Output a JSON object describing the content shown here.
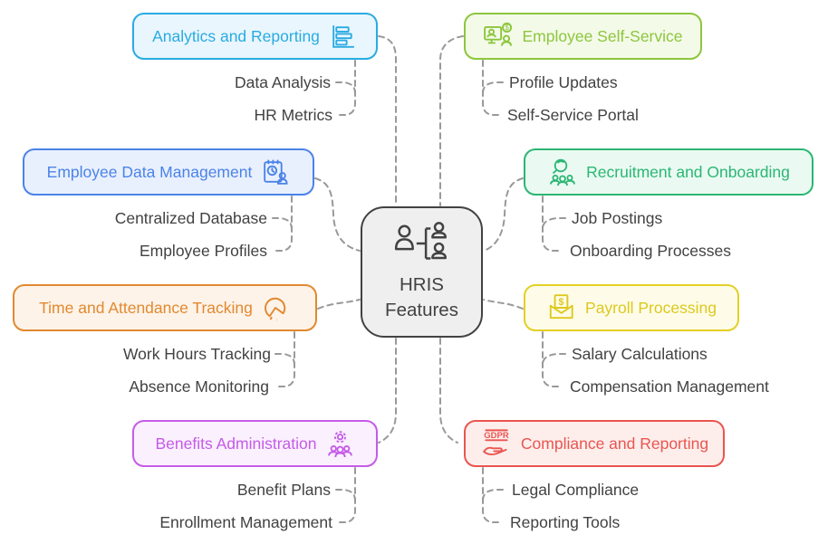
{
  "center": {
    "line1": "HRIS",
    "line2": "Features",
    "icon": "org-chart-people-icon",
    "fill": "#f0efef",
    "border": "#424242"
  },
  "connector_color": "#999999",
  "branches": [
    {
      "id": "analytics",
      "label": "Analytics and Reporting",
      "icon": "bar-chart-icon",
      "color": "#29abe2",
      "fill": "#e9f6fd",
      "children": [
        "Data Analysis",
        "HR Metrics"
      ]
    },
    {
      "id": "selfservice",
      "label": "Employee Self-Service",
      "icon": "self-service-kiosk-icon",
      "color": "#8cc63e",
      "fill": "#f4fae8",
      "children": [
        "Profile Updates",
        "Self-Service Portal"
      ]
    },
    {
      "id": "edm",
      "label": "Employee Data Management",
      "icon": "employee-record-icon",
      "color": "#4b83e8",
      "fill": "#e9f0fd",
      "children": [
        "Centralized Database",
        "Employee Profiles"
      ]
    },
    {
      "id": "recruit",
      "label": "Recruitment and Onboarding",
      "icon": "recruitment-search-icon",
      "color": "#2bb673",
      "fill": "#eafaf2",
      "children": [
        "Job Postings",
        "Onboarding Processes"
      ]
    },
    {
      "id": "time",
      "label": "Time and Attendance Tracking",
      "icon": "timer-gauge-icon",
      "color": "#e2892f",
      "fill": "#fdf3e9",
      "children": [
        "Work Hours Tracking",
        "Absence Monitoring"
      ]
    },
    {
      "id": "payroll",
      "label": "Payroll Processing",
      "icon": "payroll-envelope-icon",
      "color": "#ddc91f",
      "fill": "#fefce8",
      "children": [
        "Salary Calculations",
        "Compensation Management"
      ]
    },
    {
      "id": "benefits",
      "label": "Benefits Administration",
      "icon": "benefits-gear-people-icon",
      "color": "#c55be8",
      "fill": "#faf0fe",
      "children": [
        "Benefit Plans",
        "Enrollment Management"
      ]
    },
    {
      "id": "compliance",
      "label": "Compliance and Reporting",
      "icon": "gdpr-hand-icon",
      "color": "#ea5550",
      "fill": "#fdeeec",
      "children": [
        "Legal Compliance",
        "Reporting Tools"
      ]
    }
  ]
}
